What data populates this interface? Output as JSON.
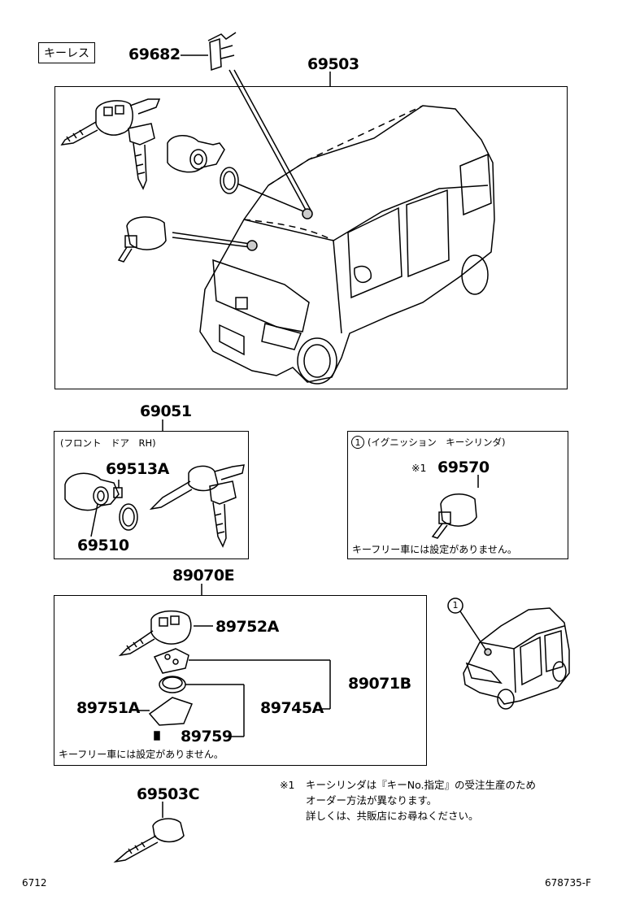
{
  "tag_keyless": "キーレス",
  "parts": {
    "p69682": "69682",
    "p69503": "69503",
    "p69051": "69051",
    "p69513A": "69513A",
    "p69510": "69510",
    "p69570": "69570",
    "p89070E": "89070E",
    "p89752A": "89752A",
    "p89071B": "89071B",
    "p89751A": "89751A",
    "p89745A": "89745A",
    "p89759": "89759",
    "p69503C": "69503C"
  },
  "front_door_label": "(フロント　ドア　RH)",
  "ignition": {
    "circle": "1",
    "label": "(イグニッション　キーシリンダ)",
    "mark": "※1",
    "note": "キーフリー車には設定がありません。"
  },
  "remote_note": "キーフリー車には設定がありません。",
  "car_callout": "1",
  "footnote": {
    "mark": "※1",
    "line1": "キーシリンダは『キーNo.指定』の受注生産のため",
    "line2": "オーダー方法が異なります。",
    "line3": "詳しくは、共販店にお尋ねください。"
  },
  "footer_left": "6712",
  "footer_right": "678735-F"
}
